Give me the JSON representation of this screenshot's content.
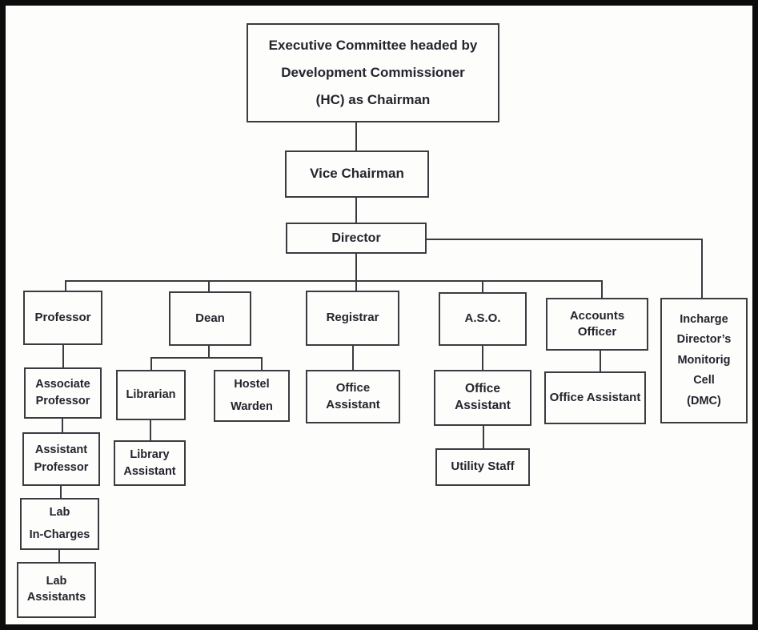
{
  "diagram": {
    "title": "Organizational chart (scanned document)",
    "colors": {
      "line": "#3b3b42",
      "text": "#24242e",
      "background": "#fdfdfc",
      "frame": "#0c0c0c"
    },
    "nodes": {
      "executive_committee": {
        "label": "Executive Committee headed by\nDevelopment Commissioner\n(HC) as Chairman"
      },
      "vice_chairman": {
        "label": "Vice Chairman"
      },
      "director": {
        "label": "Director"
      },
      "professor": {
        "label": "Professor"
      },
      "dean": {
        "label": "Dean"
      },
      "registrar": {
        "label": "Registrar"
      },
      "aso": {
        "label": "A.S.O."
      },
      "accounts_officer": {
        "label": "Accounts Officer"
      },
      "dmc": {
        "label": "Incharge\nDirector’s\nMonitorig\nCell\n(DMC)"
      },
      "associate_professor": {
        "label": "Associate\nProfessor"
      },
      "assistant_professor": {
        "label": "Assistant\nProfessor"
      },
      "lab_incharges": {
        "label": "Lab\nIn-Charges"
      },
      "lab_assistants": {
        "label": "Lab Assistants"
      },
      "librarian": {
        "label": "Librarian"
      },
      "library_assistant": {
        "label": "Library\nAssistant"
      },
      "hostel_warden": {
        "label": "Hostel\nWarden"
      },
      "office_assistant_registrar": {
        "label": "Office Assistant"
      },
      "office_assistant_aso": {
        "label": "Office Assistant"
      },
      "office_assistant_accounts": {
        "label": "Office Assistant"
      },
      "utility_staff": {
        "label": "Utility Staff"
      }
    },
    "edges": [
      [
        "executive_committee",
        "vice_chairman"
      ],
      [
        "vice_chairman",
        "director"
      ],
      [
        "director",
        "professor"
      ],
      [
        "director",
        "dean"
      ],
      [
        "director",
        "registrar"
      ],
      [
        "director",
        "aso"
      ],
      [
        "director",
        "accounts_officer"
      ],
      [
        "director",
        "dmc"
      ],
      [
        "professor",
        "associate_professor"
      ],
      [
        "associate_professor",
        "assistant_professor"
      ],
      [
        "assistant_professor",
        "lab_incharges"
      ],
      [
        "lab_incharges",
        "lab_assistants"
      ],
      [
        "dean",
        "librarian"
      ],
      [
        "dean",
        "hostel_warden"
      ],
      [
        "librarian",
        "library_assistant"
      ],
      [
        "registrar",
        "office_assistant_registrar"
      ],
      [
        "aso",
        "office_assistant_aso"
      ],
      [
        "office_assistant_aso",
        "utility_staff"
      ],
      [
        "accounts_officer",
        "office_assistant_accounts"
      ]
    ]
  }
}
